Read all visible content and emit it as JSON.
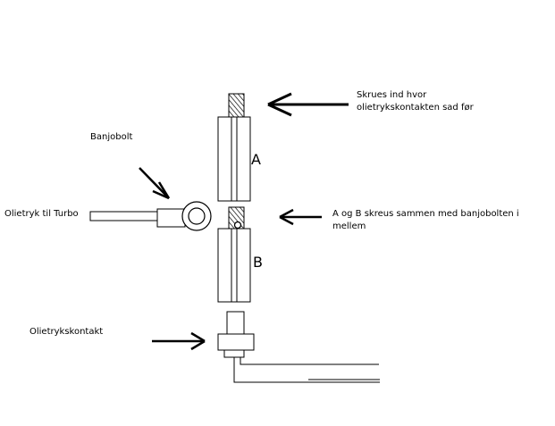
{
  "labels": {
    "skrues_line1": "Skrues ind hvor",
    "skrues_line2": "olietrykskontakten sad før",
    "part_a": "A",
    "banjobolt": "Banjobolt",
    "olietryk_til_turbo": "Olietryk til Turbo",
    "a_og_b_line1": "A og B skreus sammen med banjobolten i",
    "a_og_b_line2": "mellem",
    "part_b": "B",
    "olietrykskontakt": "Olietrykskontakt"
  },
  "colors": {
    "stroke": "#000000",
    "background": "#ffffff"
  }
}
